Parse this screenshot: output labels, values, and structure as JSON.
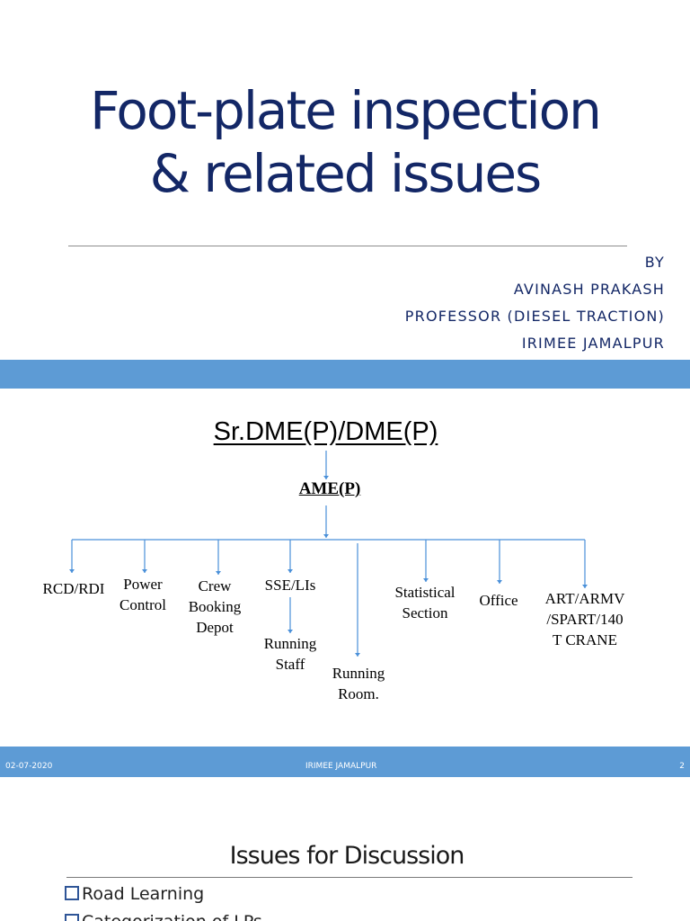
{
  "slide1": {
    "title_line1": "Foot-plate inspection",
    "title_line2": "& related issues",
    "by": "BY",
    "author": "AVINASH PRAKASH",
    "designation": "PROFESSOR (DIESEL TRACTION)",
    "institute": "IRIMEE JAMALPUR"
  },
  "slide2": {
    "top_node": "Sr.DME(P)/DME(P)",
    "second_node": "AME(P)",
    "nodes": [
      "RCD/RDI",
      "Power\nControl",
      "Crew\nBooking\nDepot",
      "SSE/LIs",
      "Running\nRoom.",
      "Statistical\nSection",
      "Office",
      "ART/ARMV\n/SPART/140\nT CRANE"
    ],
    "sub_node": "Running\nStaff",
    "footer": {
      "date": "02-07-2020",
      "center": "IRIMEE JAMALPUR",
      "page": "2"
    }
  },
  "slide3": {
    "title": "Issues for Discussion",
    "bullets": [
      "Road Learning",
      "Categorization of LPs"
    ]
  },
  "colors": {
    "title_navy": "#132766",
    "accent_blue": "#5d9bd5",
    "connector_blue": "#4a90d9"
  }
}
